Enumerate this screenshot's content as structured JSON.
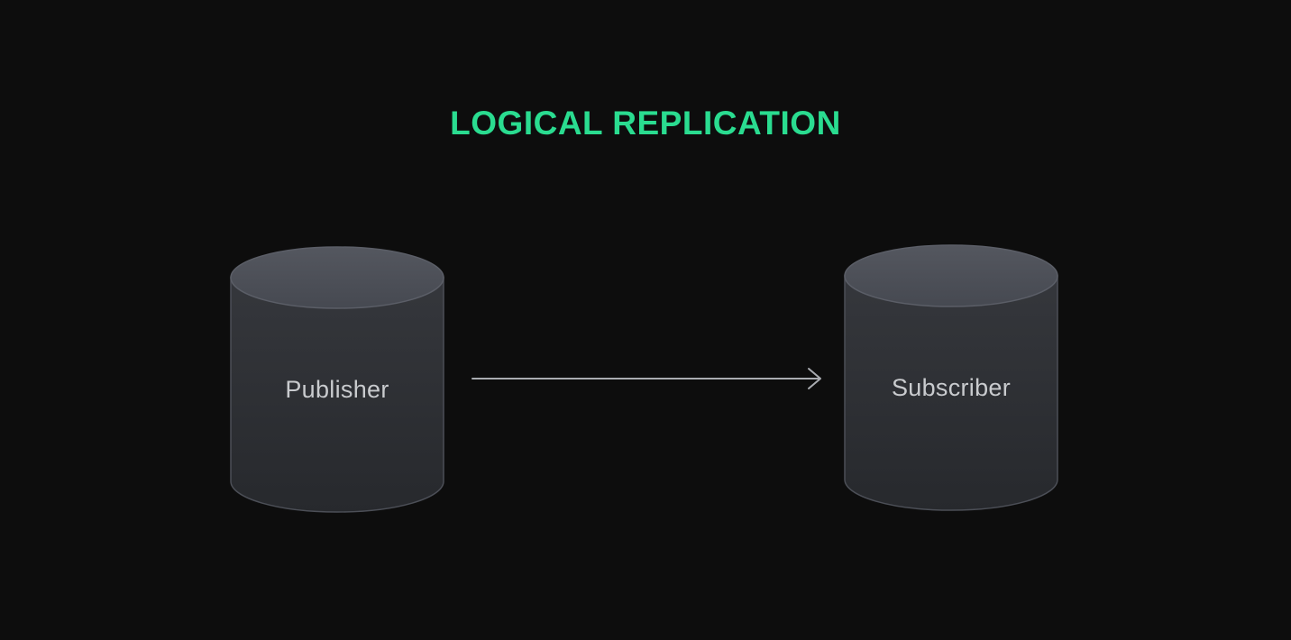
{
  "diagram": {
    "title": "LOGICAL REPLICATION",
    "colors": {
      "background": "#0d0d0d",
      "title": "#2adc90",
      "node_label": "#c9cbce",
      "cylinder_body_top": "#35373c",
      "cylinder_body_bottom": "#27292d",
      "cylinder_top_face": "#4d5059",
      "cylinder_outline": "#565962",
      "arrow": "#a9acb1"
    },
    "nodes": [
      {
        "id": "publisher",
        "label": "Publisher",
        "shape": "database-cylinder"
      },
      {
        "id": "subscriber",
        "label": "Subscriber",
        "shape": "database-cylinder"
      }
    ],
    "edges": [
      {
        "from": "publisher",
        "to": "subscriber",
        "style": "arrow",
        "direction": "left-to-right",
        "label": ""
      }
    ]
  }
}
